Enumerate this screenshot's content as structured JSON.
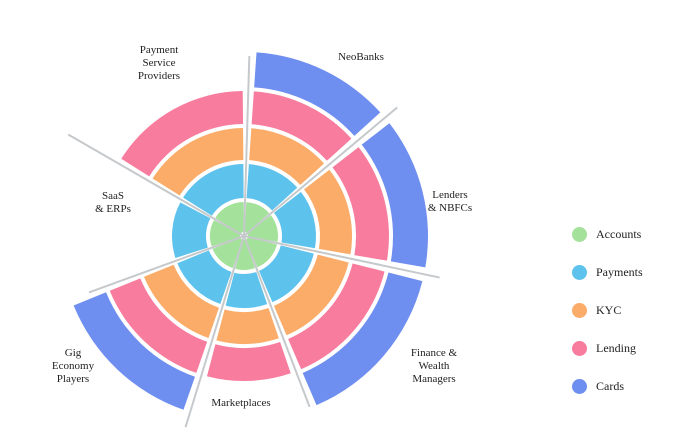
{
  "layers": [
    {
      "name": "Accounts",
      "color": "#a4e29b"
    },
    {
      "name": "Payments",
      "color": "#5ec3ec"
    },
    {
      "name": "KYC",
      "color": "#fbac68"
    },
    {
      "name": "Lending",
      "color": "#f87c9e"
    },
    {
      "name": "Cards",
      "color": "#6f8ff0"
    }
  ],
  "segments": [
    {
      "label": "NeoBanks",
      "layers": 5
    },
    {
      "label": "Lenders\n& NBFCs",
      "layers": 5
    },
    {
      "label": "Finance &\nWealth\nManagers",
      "layers": 5
    },
    {
      "label": "Marketplaces",
      "layers": 4
    },
    {
      "label": "Gig\nEconomy\nPlayers",
      "layers": 5
    },
    {
      "label": "SaaS\n& ERPs",
      "layers": 2
    },
    {
      "label": "Payment\nService\nProviders",
      "layers": 4
    }
  ],
  "legend": [
    {
      "label": "Accounts",
      "color": "#a4e29b",
      "icon": "circle"
    },
    {
      "label": "Payments",
      "color": "#5ec3ec",
      "icon": "circle"
    },
    {
      "label": "KYC",
      "color": "#fbac68",
      "icon": "circle"
    },
    {
      "label": "Lending",
      "color": "#f87c9e",
      "icon": "circle"
    },
    {
      "label": "Cards",
      "color": "#6f8ff0",
      "icon": "circle"
    }
  ]
}
